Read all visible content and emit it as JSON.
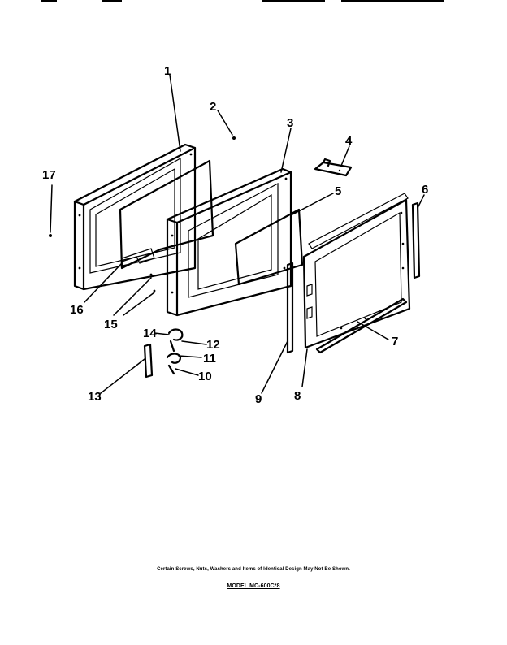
{
  "diagram": {
    "part_labels": [
      "1",
      "2",
      "3",
      "4",
      "5",
      "6",
      "7",
      "8",
      "9",
      "10",
      "11",
      "12",
      "13",
      "14",
      "15",
      "16",
      "17"
    ],
    "note": "Certain Screws, Nuts, Washers and Items of Identical Design May Not Be Shown.",
    "model": "MODEL MC-600C*8"
  }
}
